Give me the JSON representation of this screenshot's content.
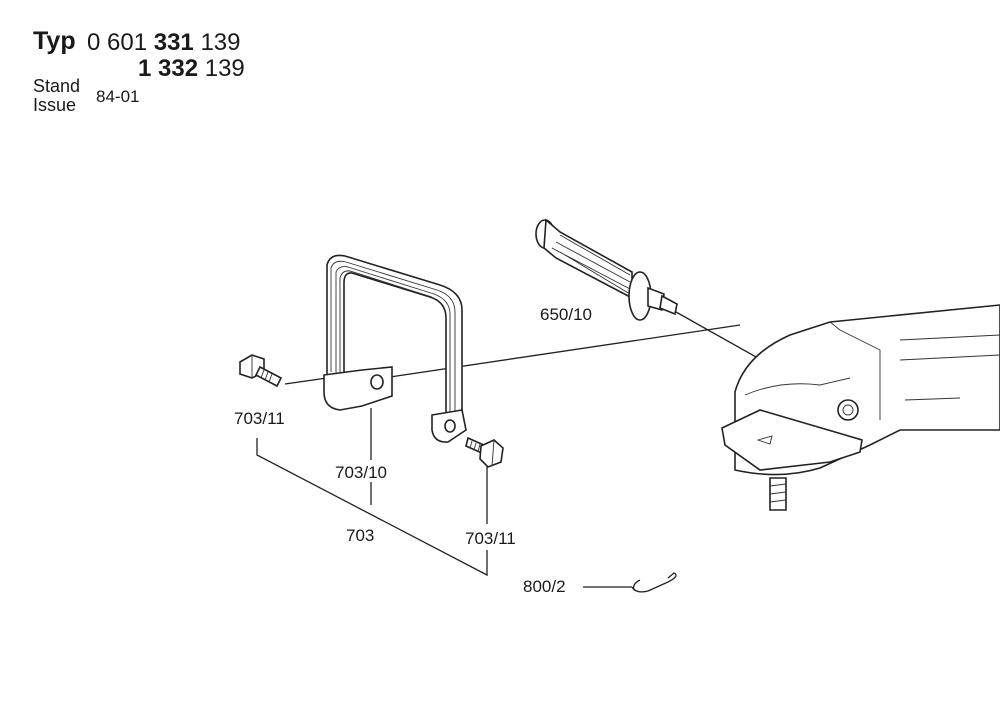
{
  "header": {
    "typ_label": "Typ",
    "line1": {
      "prefix": "0 601",
      "bold": "331",
      "suffix": "139"
    },
    "line2": {
      "bold": "1 332",
      "suffix": "139"
    },
    "stand_label": "Stand",
    "issue_label": "Issue",
    "issue_value": "84-01"
  },
  "callouts": {
    "handle": "650/10",
    "screw_left": "703/11",
    "bracket": "703/10",
    "assembly": "703",
    "screw_right": "703/11",
    "key": "800/2"
  }
}
